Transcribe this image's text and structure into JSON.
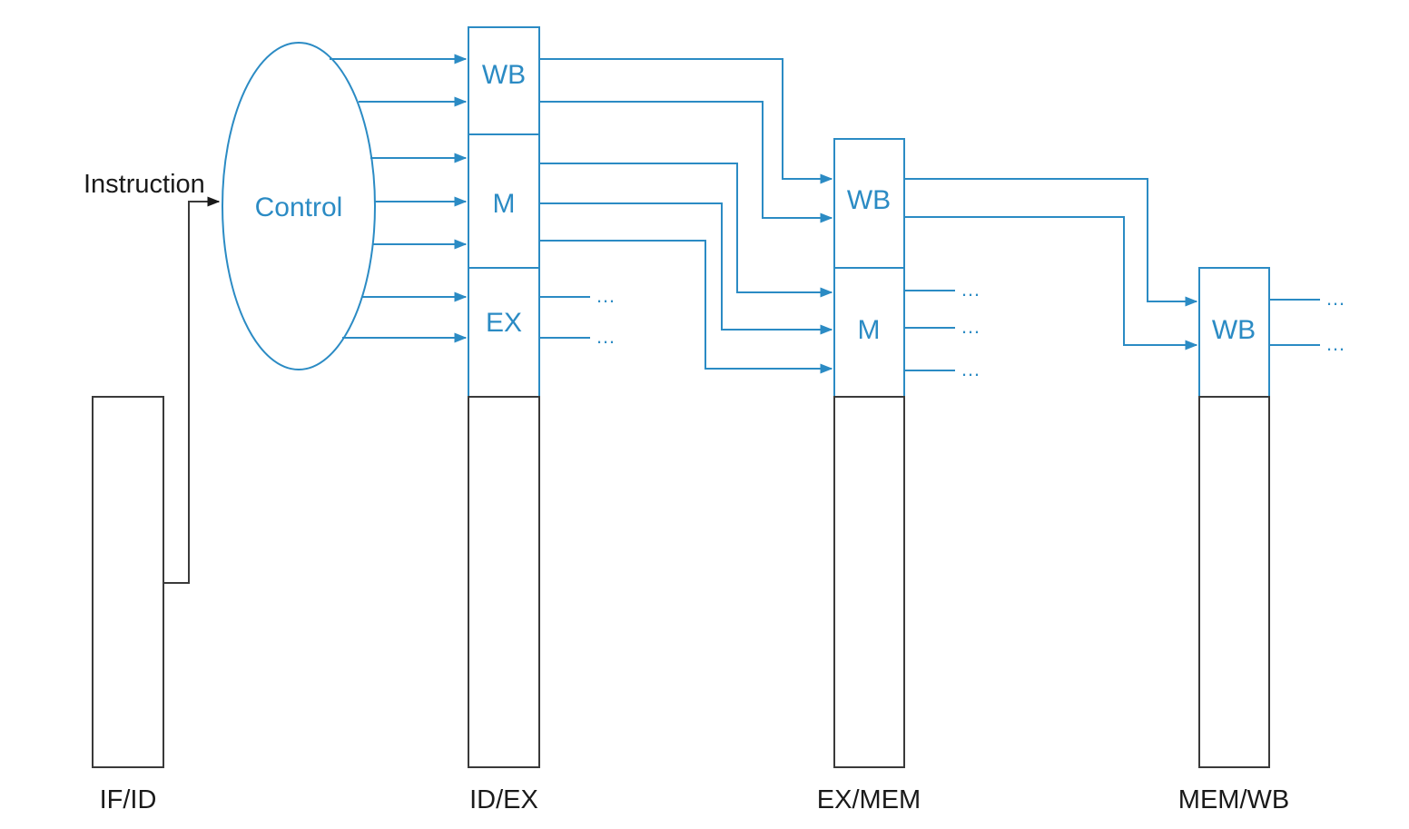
{
  "registers": {
    "if_id": "IF/ID",
    "id_ex": "ID/EX",
    "ex_mem": "EX/MEM",
    "mem_wb": "MEM/WB"
  },
  "control_label": "Control",
  "instruction_label": "Instruction",
  "fields": {
    "id_ex_wb": "WB",
    "id_ex_m": "M",
    "id_ex_ex": "EX",
    "ex_mem_wb": "WB",
    "ex_mem_m": "M",
    "mem_wb_wb": "WB"
  },
  "ellipsis": "…",
  "colors": {
    "control_signals": "#2b8bc4",
    "datapath": "#3a3a3a"
  }
}
